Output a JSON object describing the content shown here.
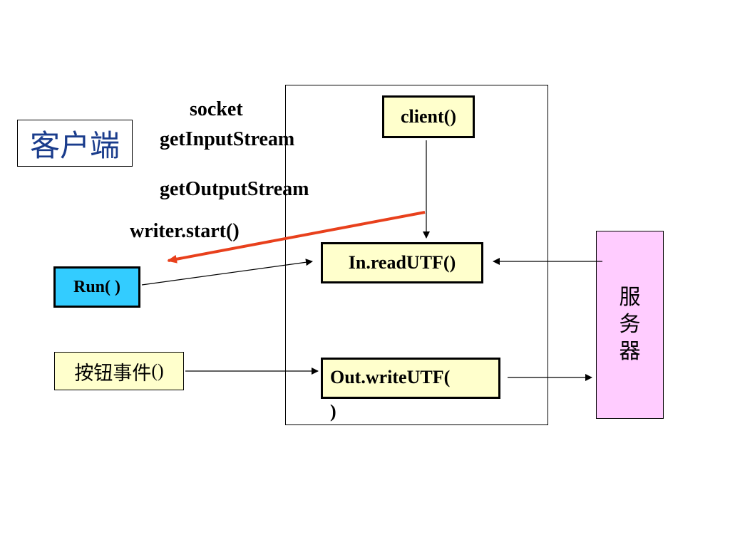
{
  "client_label": "客户端",
  "labels": {
    "socket": "socket",
    "get_input_stream": "getInputStream",
    "get_output_stream": "getOutputStream",
    "writer_start": "writer.start()"
  },
  "boxes": {
    "client": "client()",
    "read_utf": "In.readUTF()",
    "write_utf_line1": "Out.writeUTF(",
    "write_utf_line2": ")",
    "run": "Run( )",
    "button_event_zh": "按钮事件",
    "button_event_paren": "()",
    "server_chars": [
      "服",
      "务",
      "器"
    ]
  },
  "colors": {
    "client_label_text": "#1a3c8c",
    "yellow_box": "#ffffcc",
    "run_box": "#33ccff",
    "server_box": "#ffccff",
    "red_arrow": "#e8401c"
  }
}
